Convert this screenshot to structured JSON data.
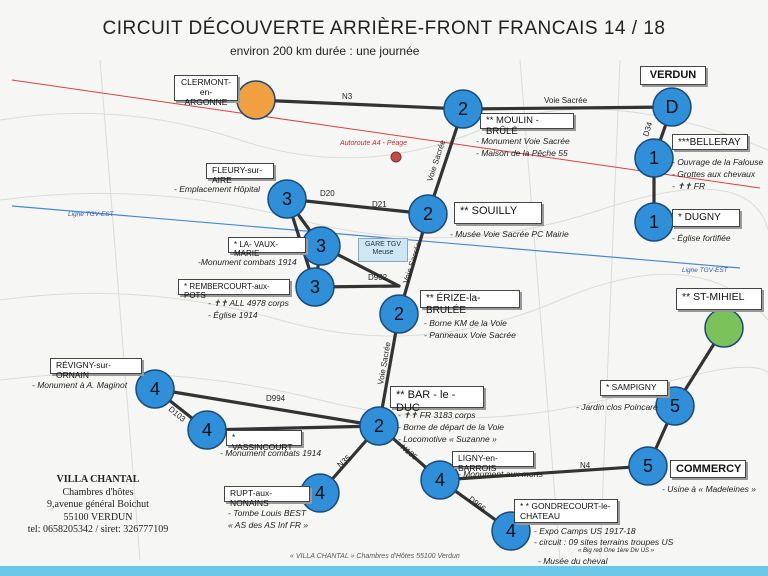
{
  "header": {
    "title": "CIRCUIT DÉCOUVERTE ARRIÈRE-FRONT   FRANCAIS  14 / 18",
    "subtitle": "environ 200 km    durée :  une journée"
  },
  "colors": {
    "node_blue": "#2f8fd8",
    "node_orange": "#f0a040",
    "node_green": "#7ac25a",
    "road": "#333333",
    "autoroute": "#d94040",
    "tgv": "#4a86d8"
  },
  "roads": {
    "n3": "N3",
    "voie_sacree_top": "Voie Sacrée",
    "voie_sacree_mid": "Voie Sacrée",
    "voie_sacree_low": "Voie Sacrée",
    "voie_sacree_bottom": "Voie Sacrée",
    "d20": "D20",
    "d21": "D21",
    "d902": "D902",
    "d994": "D994",
    "d103": "D103",
    "n35": "N35",
    "n135": "N135",
    "n4": "N4",
    "d966": "D966",
    "d34": "D34"
  },
  "lines": {
    "autoroute": "Autoroute  A4 - Péage",
    "tgv_left": "Ligne TGV-EST",
    "tgv_right": "Ligne TGV-EST"
  },
  "gare": {
    "line1": "GARE  TGV",
    "line2": "Meuse"
  },
  "nodes": {
    "clermont": "",
    "moulin": "2",
    "verdun": "D",
    "belleray": "1",
    "dugny": "1",
    "fleury": "3",
    "souilly": "2",
    "vaux": "3",
    "rembercourt": "3",
    "erize": "2",
    "stmihiel": "",
    "revigny": "4",
    "vassincourt": "4",
    "bar": "2",
    "sampigny": "5",
    "commercy": "5",
    "ligny": "4",
    "rupt": "4",
    "gondrecourt": "4"
  },
  "labels": {
    "clermont": "CLERMONT-en-ARGONNE",
    "verdun": "VERDUN",
    "moulin": "** MOULIN - BRÛLÉ",
    "belleray": "***BELLERAY",
    "dugny": "* DUGNY",
    "fleury": "FLEURY-sur-AIRE",
    "souilly": "** SOUILLY",
    "vaux": "* LA- VAUX-MARIE",
    "rembercourt": "* REMBERCOURT-aux-POTS",
    "erize": "** ÉRIZE-la-BRULÉE",
    "stmihiel": "** ST-MIHIEL",
    "revigny": "RÉVIGNY-sur-ORNAIN",
    "vassincourt": "* VASSINCOURT",
    "bar": "** BAR - le - DUC",
    "sampigny": "* SAMPIGNY",
    "commercy": "COMMERCY",
    "ligny": "LIGNY-en-BARROIS",
    "rupt": "RUPT-aux-NONAINS",
    "gondrecourt": "* * GONDRECOURT-le-CHATEAU"
  },
  "notes": {
    "moulin_1": "- Monument Voie Sacrée",
    "moulin_2": "- Maison de la Pêche 55",
    "belleray_1": "- Ouvrage de la Falouse",
    "belleray_2": "- Grottes aux chevaux",
    "belleray_3": "- ✝✝ FR",
    "dugny_1": "- Église fortifiée",
    "fleury_1": "- Emplacement Hôpital",
    "souilly_1": "- Musée Voie Sacrée  PC Mairie",
    "vaux_1": "-Monument combats 1914",
    "rembercourt_1": "- ✝✝ ALL  4978 corps",
    "rembercourt_2": "- Église 1914",
    "erize_1": "- Borne KM de la Voie",
    "erize_2": "- Panneaux Voie Sacrée",
    "revigny_1": "- Monument à A. Maginot",
    "vassincourt_1": "- Monument combats 1914",
    "bar_1": "- ✝✝ FR  3183 corps",
    "bar_2": "- Borne de départ de la Voie",
    "bar_3": "- Locomotive « Suzanne »",
    "sampigny_1": "- Jardin clos Poincaré",
    "commercy_1": "- Usine à « Madeleines »",
    "ligny_1": "- Monument aux morts",
    "rupt_1": "- Tombe Louis BEST",
    "rupt_2": "« AS des AS Inf FR »",
    "gondrecourt_1": "- Expo  Camps US 1917-18",
    "gondrecourt_2": "- circuit : 09  sites terrains troupes US",
    "gondrecourt_3": "« Big red One 1ère Div US »",
    "gondrecourt_4": "- Musée du cheval"
  },
  "villa": {
    "name": "VILLA CHANTAL",
    "line1": "Chambres d'hôtes",
    "line2": "9,avenue général Boichut",
    "line3": "55100 VERDUN",
    "line4": "tel: 0658205342 / siret: 326777109"
  },
  "footer": "« VILLA CHANTAL »  Chambres  d'Hôtes  55100  Verdun"
}
